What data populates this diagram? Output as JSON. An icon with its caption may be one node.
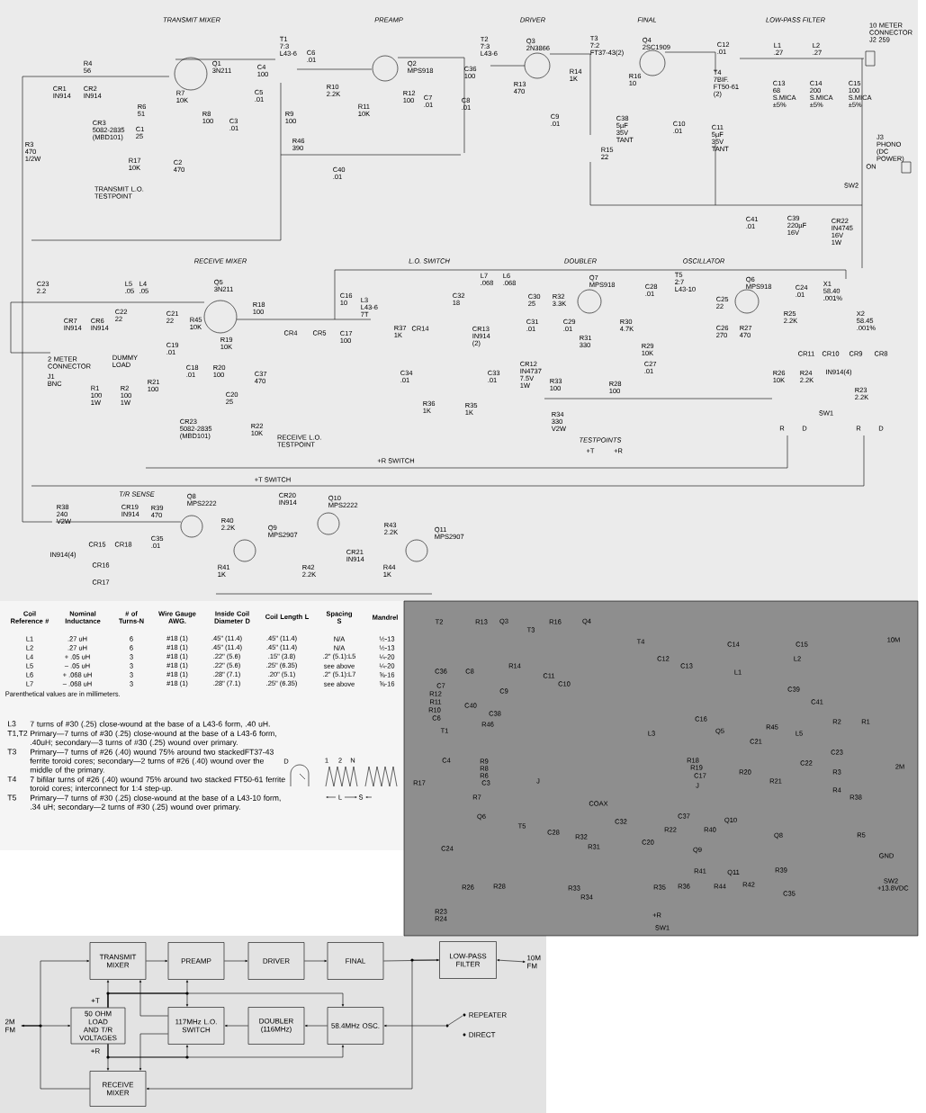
{
  "diagram": {
    "nodes": [
      {
        "text": [
          "TRANSMIT MIXER"
        ]
      },
      {
        "text": [
          "PREAMP"
        ]
      },
      {
        "text": [
          "DRIVER"
        ]
      },
      {
        "text": [
          "FINAL"
        ]
      },
      {
        "text": [
          "LOW-PASS FILTER"
        ]
      },
      {
        "text": [
          "10M FM"
        ]
      },
      {
        "text": [
          "2M FM"
        ]
      },
      {
        "text": [
          "50 OHM LOAD AND T/R VOLTAGES"
        ]
      },
      {
        "text": [
          "117MHz L.O. SWITCH"
        ]
      },
      {
        "text": [
          "DOUBLER (116MHz)"
        ]
      },
      {
        "text": [
          "58.4MHz OSC."
        ]
      },
      {
        "text": [
          "RECEIVE MIXER"
        ]
      },
      {
        "text": [],
        "shape": "switch"
      }
    ],
    "edges": [
      {
        "from": 0,
        "to": 1,
        "arrow": "to"
      },
      {
        "from": 1,
        "to": 2,
        "arrow": "to"
      },
      {
        "from": 2,
        "to": 3,
        "arrow": "to"
      },
      {
        "from": 3,
        "to": 4,
        "arrow": "to"
      },
      {
        "from": 4,
        "to": 5,
        "arrow": "both"
      },
      {
        "from": 4,
        "to": 11,
        "arrow": "to"
      },
      {
        "from": 11,
        "to": 6,
        "arrow": "to"
      },
      {
        "from": 6,
        "to": 7,
        "arrow": "to"
      },
      {
        "from": 6,
        "to": 0,
        "arrow": "to"
      },
      {
        "from": 7,
        "to": 0,
        "arrow": "to"
      },
      {
        "from": 7,
        "to": 1,
        "arrow": "to"
      },
      {
        "from": 7,
        "to": 8,
        "arrow": "to"
      },
      {
        "from": 7,
        "to": 10,
        "arrow": "to"
      },
      {
        "from": 7,
        "to": 11,
        "arrow": "to"
      },
      {
        "from": 7,
        "to": 8,
        "arrow": "to"
      },
      {
        "from": 7,
        "to": 10,
        "arrow": "to"
      },
      {
        "from": 8,
        "to": 0,
        "arrow": "to"
      },
      {
        "from": 8,
        "to": 11,
        "arrow": "to"
      },
      {
        "from": 10,
        "to": 9,
        "arrow": "to"
      },
      {
        "from": 9,
        "to": 8,
        "arrow": "to"
      },
      {
        "from": 12,
        "to": 10,
        "arrow": "to"
      }
    ],
    "labels": [
      "TRANSMIT MIXER",
      "PREAMP",
      "DRIVER",
      "FINAL",
      "LOW-PASS FILTER",
      "10 METER CONNECTOR J2 259",
      "R4 56",
      "CR1 IN914",
      "CR2 IN914",
      "Q1 3N211",
      "T1 7:3 L43-6",
      "C6 .01",
      "C4 100",
      "R7 10K",
      "C5 .01",
      "R8 100",
      "C3 .01",
      "R6 51",
      "R9 100",
      "R10 2.2K",
      "Q2 MPS918",
      "R12 100",
      "C7 .01",
      "R11 10K",
      "CR3 5082-2835 (MBD101)",
      "C1 25",
      "R3 470 1/2W",
      "R17 10K",
      "C2 470",
      "TRANSMIT L.O. TESTPOINT",
      "R46 390",
      "C40 .01",
      "T2 7:3 L43-6",
      "C36 100",
      "C8 .01",
      "Q3 2N3866",
      "R13 470",
      "R14 1K",
      "T3 7:2 FT37-43(2)",
      "Q4 2SC1909",
      "R16 10",
      "C9 .01",
      "C38 5µF 35V TANT",
      "R15 22",
      "C10 .01",
      "C11 5µF 35V TANT",
      "C12 .01",
      "T4 7BIF. FT50-61 (2)",
      "L1 .27",
      "L2 .27",
      "C13 68 S.MICA ±5%",
      "C14 200 S.MICA ±5%",
      "C15 100 S.MICA ±5%",
      "J3 PHONO (DC POWER)",
      "ON",
      "SW2",
      "C41 .01",
      "C39 220µF 16V",
      "CR22 IN4745 16V 1W",
      "RECEIVE MIXER",
      "L.O. SWITCH",
      "DOUBLER",
      "OSCILLATOR",
      "C23 2.2",
      "L5 .05",
      "L4 .05",
      "Q5 3N211",
      "C22 22",
      "C21 22",
      "R45 10K",
      "R18 100",
      "CR7 IN914",
      "CR6 IN914",
      "CR4",
      "CR5",
      "C16 10",
      "L3 L43-6 7T",
      "C17 100",
      "R37 1K",
      "CR14",
      "C32 18",
      "L7 .068",
      "L6 .068",
      "C30 25",
      "R32 3.3K",
      "Q7 MPS918",
      "C28 .01",
      "T5 2:7 L43-10",
      "Q6 MPS918",
      "C24 .01",
      "X1 58.40 .001%",
      "X2 58.45 .001%",
      "C25 22",
      "C19 .01",
      "R19 10K",
      "C31 .01",
      "C29 .01",
      "R30 4.7K",
      "R25 2.2K",
      "CR13 IN914 (2)",
      "C26 270",
      "R27 470",
      "R31 330",
      "R29 10K",
      "CR11",
      "CR10",
      "CR9",
      "CR8",
      "2 METER CONNECTOR",
      "DUMMY LOAD",
      "C18 .01",
      "R20 100",
      "C37 470",
      "C34 .01",
      "C27 .01",
      "CR12 IN4737 7.5V 1W",
      "C33 .01",
      "R33 100",
      "R28 100",
      "R26 10K",
      "R24 2.2K",
      "IN914(4)",
      "J1 BNC",
      "R1 100 1W",
      "R2 100 1W",
      "R21 100",
      "CR23 5082-2835 (MBD101)",
      "C20 25",
      "R22 10K",
      "RECEIVE L.O. TESTPOINT",
      "R36 1K",
      "R35 1K",
      "R34 330 V2W",
      "+T",
      "TESTPOINTS",
      "+R",
      "R",
      "D",
      "SW1",
      "R",
      "R23 2.2K",
      "D",
      "+R SWITCH",
      "+T SWITCH",
      "T/R SENSE",
      "Q8 MPS2222",
      "CR20 IN914",
      "Q10 MPS2222",
      "R38 240 V2W",
      "CR19 IN914",
      "R39 470",
      "R40 2.2K",
      "Q9 MPS2907",
      "R43 2.2K",
      "Q11 MPS2907",
      "C35 .01",
      "CR15",
      "CR18",
      "IN914(4)",
      "CR21 IN914",
      "CR16",
      "R41 1K",
      "R42 2.2K",
      "R44 1K",
      "CR17",
      "Coil Reference #",
      "Nominal Inductance",
      "# of Turns-N",
      "Wire Gauge AWG.",
      "Inside Coil Diameter D",
      "Coil Length L",
      "Spacing S",
      "Mandrel",
      "L1",
      ".27 uH",
      "6",
      "#18 (1)",
      ".45\" (11.4)",
      ".45\" (11.4)",
      "N/A",
      "½-13",
      "L2",
      ".27 uH",
      "6",
      "#18 (1)",
      ".45\" (11.4)",
      ".45\" (11.4)",
      "N/A",
      "½-13",
      "L4",
      "+ .05 uH",
      "3",
      "#18 (1)",
      ".22\" (5.6)",
      ".15\" (3.8)",
      ".2\" (5.1):L5",
      "¼-20",
      "L5",
      "– .05 uH",
      "3",
      "#18 (1)",
      ".22\" (5.6)",
      ".25\" (6.35)",
      "see above",
      "¼-20",
      "L6",
      "+ .068 uH",
      "3",
      "#18 (1)",
      ".28\" (7.1)",
      ".20\" (5.1)",
      ".2\" (5.1):L7",
      "⅜-16",
      "L7",
      "– .068 uH",
      "3",
      "#18 (1)",
      ".28\" (7.1)",
      ".25\" (6.35)",
      "see above",
      "⅜-16",
      "Parenthetical values are in millimeters.",
      "L3",
      "7 turns of #30 (.25) close-wound at the base of a L43-6 form, .40 uH.",
      "T1,T2",
      "Primary—7 turns of #30 (.25) close-wound at the base of a L43-6 form, .40uH; secondary—3 turns of #30 (.25) wound over primary.",
      "T3",
      "Primary—7 turns of #26 (.40) wound 75% around two stackedFT37-43 ferrite toroid cores; secondary—2 turns of #26 (.40) wound over the middle of the primary.",
      "T4",
      "7 bifilar turns of #26 (.40) wound 75% around two stacked FT50-61 ferrite toroid cores; interconnect for 1:4 step-up.",
      "T5",
      "Primary—7 turns of #30 (.25) close-wound at the base of a L43-10 form, .34 uH; secondary—2 turns of #30 (.25) wound over primary.",
      "D",
      "1",
      "2",
      "N",
      "L",
      "S",
      "T2",
      "R13",
      "Q3",
      "T3",
      "R16",
      "Q4",
      "T4",
      "C14",
      "C15",
      "10M",
      "C36",
      "C8",
      "R14",
      "C11",
      "C10",
      "C12",
      "C13",
      "L1",
      "L2",
      "C7",
      "C9",
      "R12",
      "R11",
      "C40",
      "C38",
      "R10",
      "C6",
      "C39",
      "C41",
      "R46",
      "C16",
      "R45",
      "R2",
      "R1",
      "T1",
      "L3",
      "Q5",
      "L5",
      "C21",
      "C23",
      "R17",
      "C4",
      "R7",
      "R9",
      "R8",
      "R6",
      "C3",
      "J",
      "COAX",
      "R18",
      "R19",
      "J",
      "C17",
      "R20",
      "R21",
      "C22",
      "R3",
      "R4",
      "R38",
      "2M",
      "C24",
      "Q6",
      "T5",
      "C28",
      "R32",
      "R31",
      "C32",
      "C20",
      "R22",
      "C37",
      "Q9",
      "R40",
      "Q10",
      "Q8",
      "R5",
      "GND",
      "R41",
      "Q11",
      "R39",
      "R26",
      "R28",
      "R33",
      "R34",
      "R35",
      "R36",
      "R44",
      "R42",
      "C35",
      "SW2 +13.8VDC",
      "R23",
      "R24",
      "+R",
      "SW1",
      "+T",
      "+R",
      "REPEATER",
      "DIRECT"
    ]
  }
}
